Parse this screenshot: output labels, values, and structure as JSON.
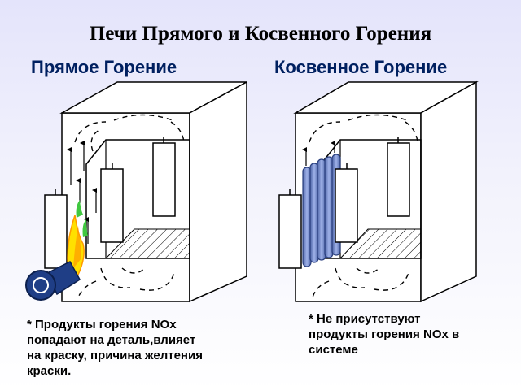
{
  "title": "Печи Прямого и Косвенного Горения",
  "direct": {
    "heading": "Прямое Горение",
    "note_lines": [
      "* Продукты горения NOx",
      "попадают на деталь,влияет",
      "на краску, причина желтения",
      "краски."
    ]
  },
  "indirect": {
    "heading": "Косвенное Горение",
    "note_lines": [
      "* Не присутствуют",
      "продукты горения NOx в",
      "системе"
    ]
  },
  "colors": {
    "heading": "#002060",
    "outline": "#000000",
    "exchanger_tube": "#6f86c6",
    "burner_body": "#1f3e86",
    "flame_yellow": "#ffe000",
    "flame_green": "#40c840",
    "flame_orange": "#ff9a00",
    "air_flow": "#000000"
  }
}
